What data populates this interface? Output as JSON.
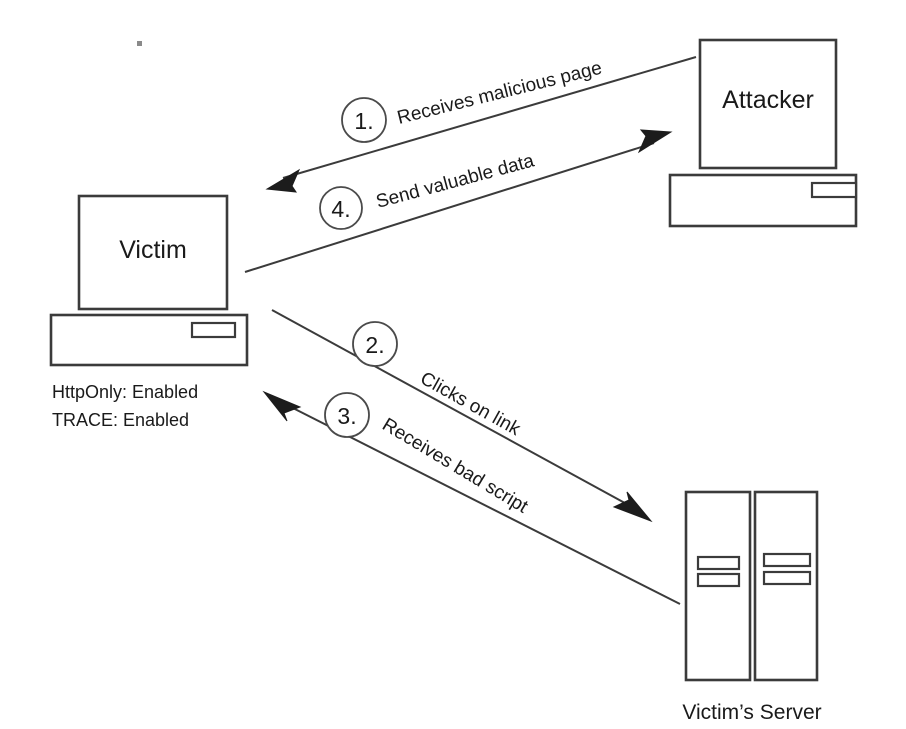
{
  "diagram": {
    "title_present": false,
    "nodes": {
      "victim": {
        "label": "Victim",
        "notes": [
          "HttpOnly: Enabled",
          "TRACE: Enabled"
        ]
      },
      "attacker": {
        "label": "Attacker"
      },
      "server": {
        "label": "Victim’s Server"
      }
    },
    "flows": [
      {
        "number": "1.",
        "label": "Receives malicious page",
        "from": "attacker",
        "to": "victim"
      },
      {
        "number": "4.",
        "label": "Send valuable data",
        "from": "victim",
        "to": "attacker"
      },
      {
        "number": "2.",
        "label": "Clicks on link",
        "from": "victim",
        "to": "server"
      },
      {
        "number": "3.",
        "label": "Receives bad script",
        "from": "server",
        "to": "victim"
      }
    ],
    "colors": {
      "background": "#ffffff",
      "stroke": "#3b3b3b",
      "text": "#1a1a1a",
      "arrow_fill": "#1c1c1c"
    }
  }
}
